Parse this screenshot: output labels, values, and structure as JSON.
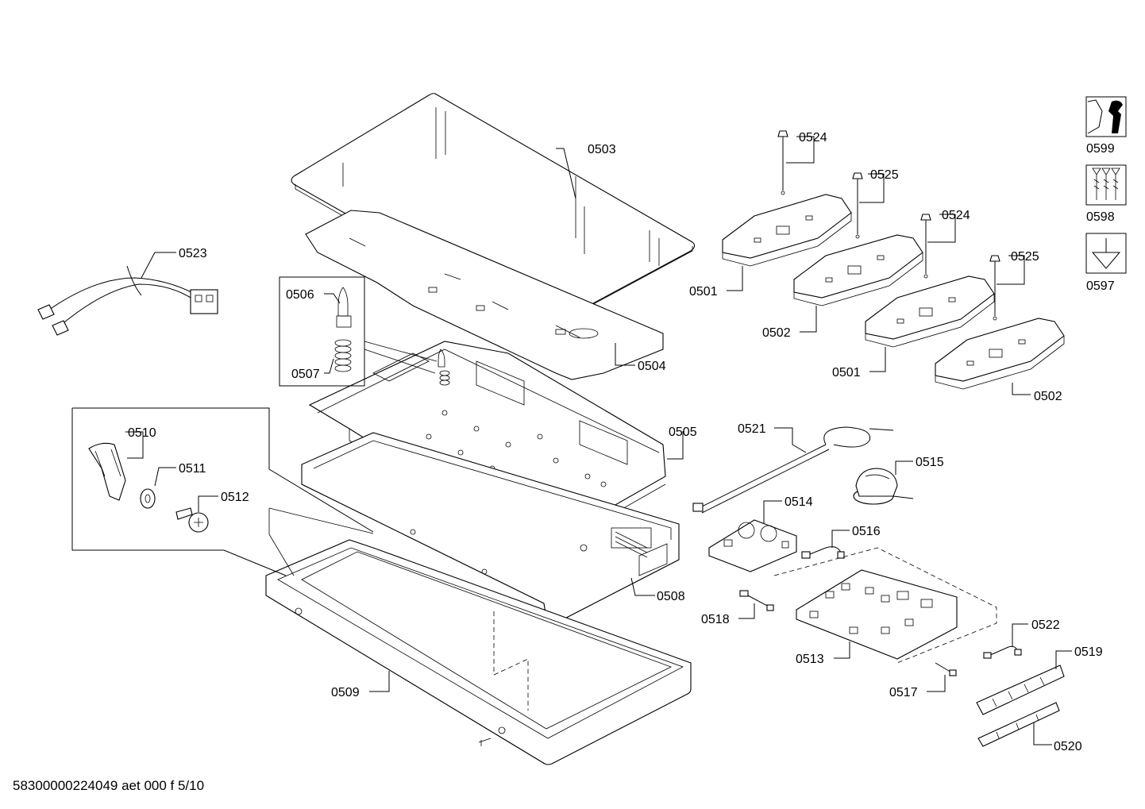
{
  "footer": "58300000224049 aet 000 f 5/10",
  "labels": {
    "p0503": "0503",
    "p0523": "0523",
    "p0506": "0506",
    "p0507": "0507",
    "p0504": "0504",
    "p0505": "0505",
    "p0510": "0510",
    "p0511": "0511",
    "p0512": "0512",
    "p0508": "0508",
    "p0509": "0509",
    "p0524a": "0524",
    "p0525a": "0525",
    "p0524b": "0524",
    "p0525b": "0525",
    "p0501a": "0501",
    "p0502a": "0502",
    "p0501b": "0501",
    "p0502b": "0502",
    "p0521": "0521",
    "p0515": "0515",
    "p0514": "0514",
    "p0516": "0516",
    "p0518": "0518",
    "p0513": "0513",
    "p0517": "0517",
    "p0522": "0522",
    "p0519": "0519",
    "p0520": "0520",
    "p0599": "0599",
    "p0598": "0598",
    "p0597": "0597"
  },
  "icons": {
    "tools": "wrench-icon",
    "screws": "screws-icon",
    "screwdriver": "screwdriver-icon"
  }
}
